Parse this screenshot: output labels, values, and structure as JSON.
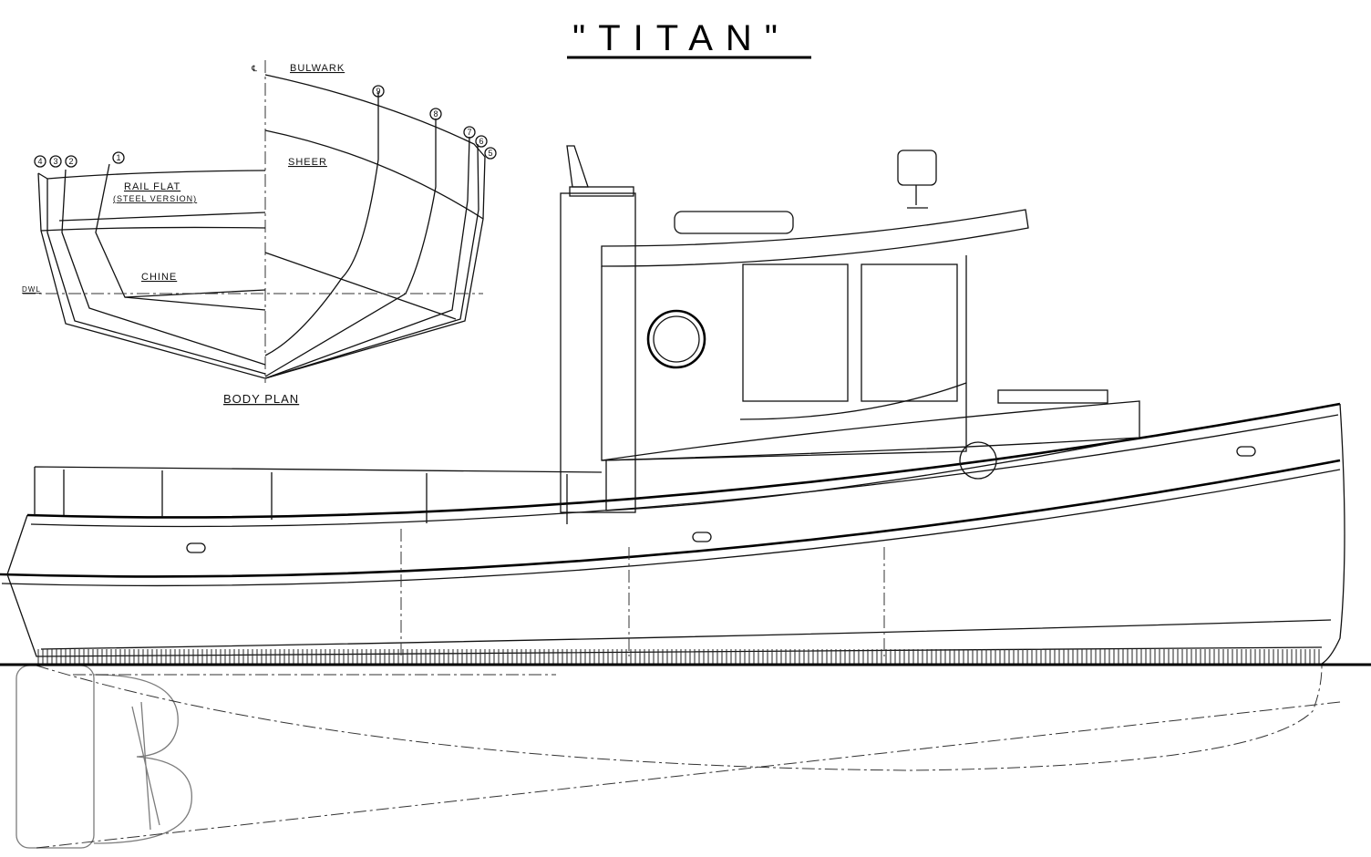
{
  "title": "\"TITAN\"",
  "body_plan": {
    "caption": "BODY PLAN",
    "labels": {
      "centerline": "℄",
      "bulwark": "BULWARK",
      "sheer": "SHEER",
      "rail_flat": "RAIL FLAT",
      "steel_version": "(STEEL VERSION)",
      "chine": "CHINE",
      "dwl": "DWL"
    },
    "stations": [
      "1",
      "2",
      "3",
      "4",
      "5",
      "6",
      "7",
      "8",
      "9"
    ]
  },
  "watermark": "B"
}
